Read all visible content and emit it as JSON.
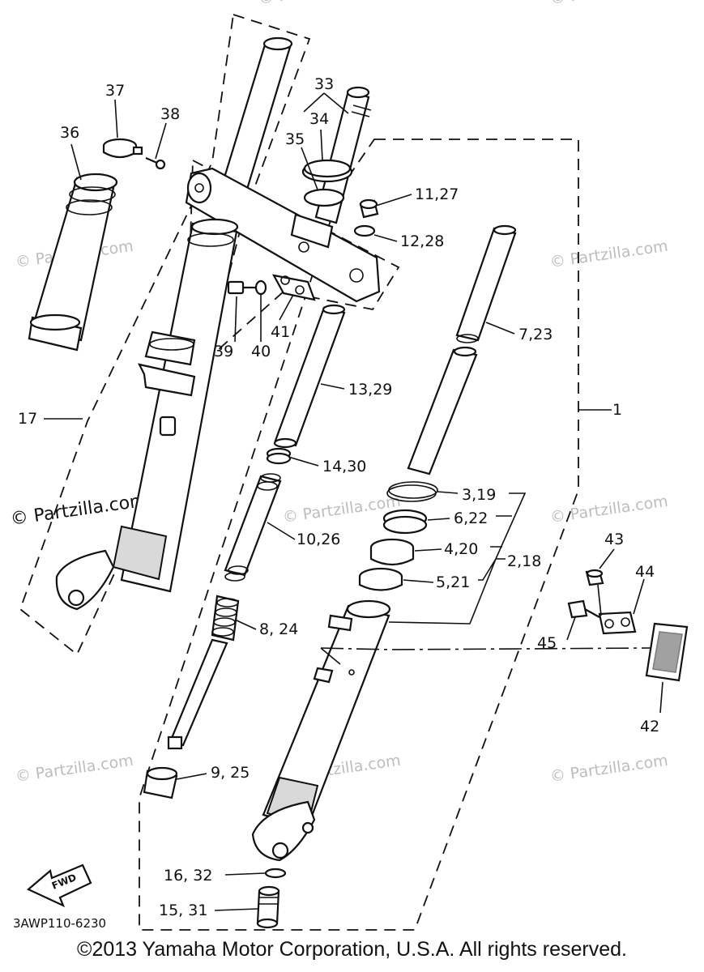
{
  "watermarks": [
    "© Partzilla.com",
    "© Partzilla.com",
    "© Partzilla.com",
    "© Partzilla.com",
    "© Partzilla.com",
    "© Partzilla.com",
    "© Partzilla.com",
    "© Partzilla.com",
    "© Partzilla.com"
  ],
  "watermark_prominent": "© Partzilla.com",
  "fwd_label": "FWD",
  "diagram_code": "3AWP110-6230",
  "callouts": [
    "1",
    "2,18",
    "3,19",
    "4,20",
    "5,21",
    "6,22",
    "7,23",
    "8, 24",
    "9, 25",
    "10,26",
    "11,27",
    "12,28",
    "13,29",
    "14,30",
    "15, 31",
    "16, 32",
    "17",
    "33",
    "34",
    "35",
    "36",
    "37",
    "38",
    "39",
    "40",
    "41",
    "42",
    "43",
    "44",
    "45"
  ],
  "copyright": "©2013 Yamaha Motor Corporation, U.S.A. All rights reserved."
}
